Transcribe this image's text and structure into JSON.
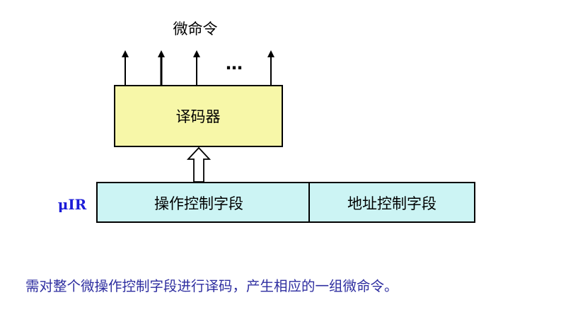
{
  "diagram": {
    "output_label": "微命令",
    "ellipsis": "…",
    "decoder_label": "译码器",
    "register_label": "μIR",
    "op_field_label": "操作控制字段",
    "addr_field_label": "地址控制字段"
  },
  "caption": "需对整个微操作控制字段进行译码，产生相应的一组微命令。",
  "colors": {
    "decoder_fill": "#f7f7a8",
    "register_fill": "#ccf4f4",
    "register_label": "#1c1cd8",
    "caption": "#2e2ea0"
  }
}
